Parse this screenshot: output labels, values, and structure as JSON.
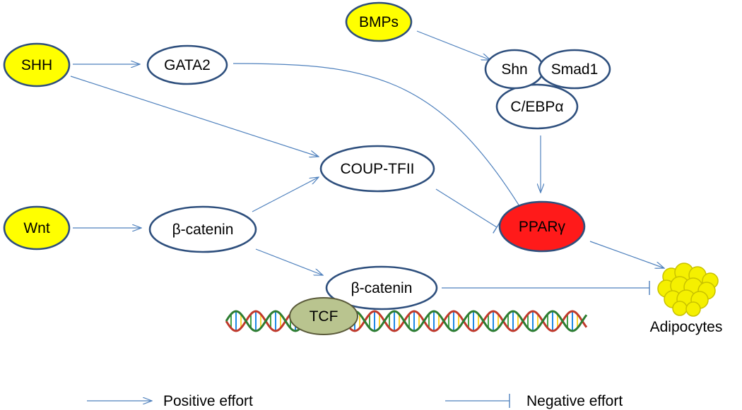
{
  "colors": {
    "arrow": "#4f81bd",
    "outline": "#2e4f7d",
    "signal_fill": "#ffff00",
    "ppar_fill": "#ff1a1a",
    "tcf_fill": "#b9c48f"
  },
  "nodes": {
    "shh": "SHH",
    "bmps": "BMPs",
    "gata2": "GATA2",
    "shn": "Shn",
    "smad1": "Smad1",
    "cebpa": "C/EBPα",
    "coup": "COUP-TFII",
    "wnt": "Wnt",
    "bcat1": "β-catenin",
    "pparg": "PPARγ",
    "bcat2": "β-catenin",
    "tcf": "TCF",
    "adipocytes": "Adipocytes"
  },
  "edges": [
    {
      "from": "SHH",
      "to": "GATA2",
      "type": "positive"
    },
    {
      "from": "SHH",
      "to": "COUP-TFII",
      "type": "positive"
    },
    {
      "from": "GATA2",
      "to": "PPARγ",
      "type": "negative"
    },
    {
      "from": "BMPs",
      "to": "Shn/Smad1",
      "type": "positive"
    },
    {
      "from": "C/EBPα",
      "to": "PPARγ",
      "type": "positive"
    },
    {
      "from": "COUP-TFII",
      "to": "PPARγ",
      "type": "negative"
    },
    {
      "from": "Wnt",
      "to": "β-catenin",
      "type": "positive"
    },
    {
      "from": "β-catenin",
      "to": "COUP-TFII",
      "type": "positive"
    },
    {
      "from": "β-catenin",
      "to": "β-catenin (nuclear)",
      "type": "positive"
    },
    {
      "from": "PPARγ",
      "to": "Adipocytes",
      "type": "positive"
    },
    {
      "from": "β-catenin (nuclear)",
      "to": "Adipocytes",
      "type": "negative"
    }
  ],
  "legend": {
    "positive": "Positive effort",
    "negative": "Negative effort"
  }
}
